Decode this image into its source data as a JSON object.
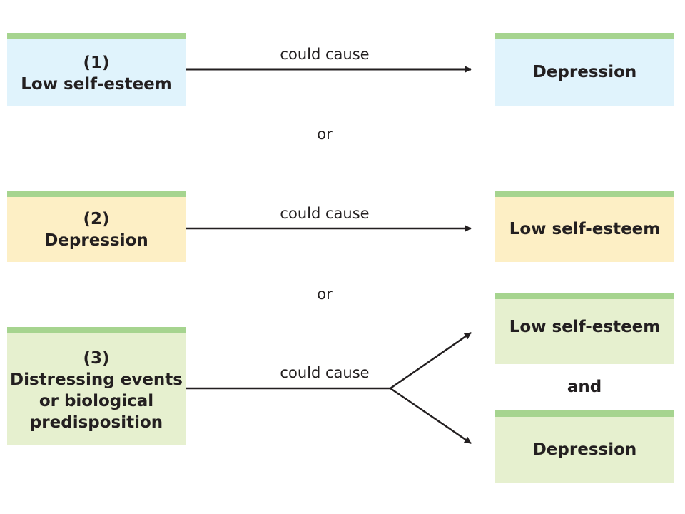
{
  "row1": {
    "source": {
      "number": "(1)",
      "label": "Low self-esteem"
    },
    "relation": "could cause",
    "target": "Depression"
  },
  "or1": "or",
  "row2": {
    "source": {
      "number": "(2)",
      "label": "Depression"
    },
    "relation": "could cause",
    "target": "Low self-esteem"
  },
  "or2": "or",
  "row3": {
    "source": {
      "number": "(3)",
      "label_line1": "Distressing events",
      "label_line2": "or biological",
      "label_line3": "predisposition"
    },
    "relation": "could cause",
    "target_top": "Low self-esteem",
    "conjunction": "and",
    "target_bottom": "Depression"
  },
  "colors": {
    "row1_box": "#e0f3fc",
    "row2_box": "#fdefc5",
    "row3_box": "#e6f0cf",
    "top_bar": "#a6d48f",
    "arrow": "#231f20"
  }
}
